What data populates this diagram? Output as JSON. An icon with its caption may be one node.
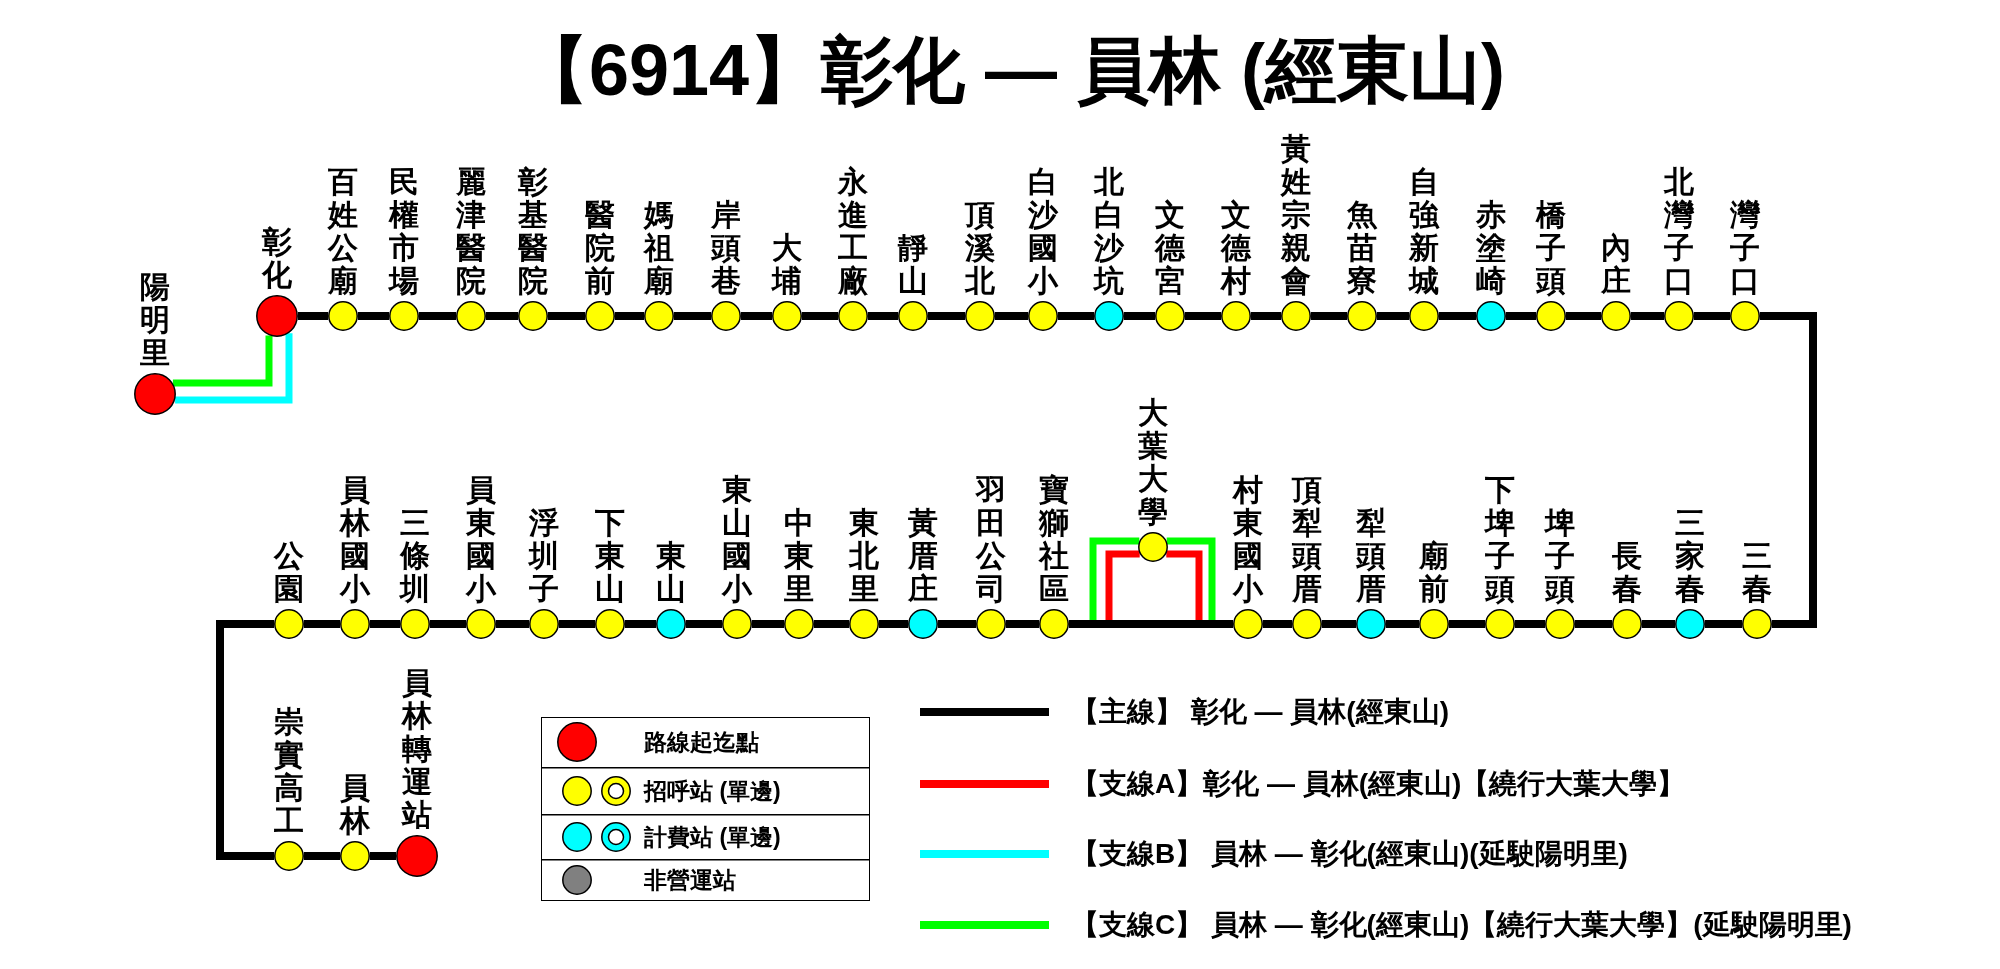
{
  "diagram": {
    "title": "【6914】彰化 — 員林 (經東山)",
    "nodes": [
      {
        "text": [
          "陽明里"
        ]
      },
      {
        "text": [
          "彰化"
        ]
      },
      {
        "text": [
          "百姓公廟"
        ]
      },
      {
        "text": [
          "民權市場"
        ]
      },
      {
        "text": [
          "麗津醫院"
        ]
      },
      {
        "text": [
          "彰基醫院"
        ]
      },
      {
        "text": [
          "醫院前"
        ]
      },
      {
        "text": [
          "媽祖廟"
        ]
      },
      {
        "text": [
          "岸頭巷"
        ]
      },
      {
        "text": [
          "大埔"
        ]
      },
      {
        "text": [
          "永進工廠"
        ]
      },
      {
        "text": [
          "靜山"
        ]
      },
      {
        "text": [
          "頂溪北"
        ]
      },
      {
        "text": [
          "白沙國小"
        ]
      },
      {
        "text": [
          "北白沙坑"
        ]
      },
      {
        "text": [
          "文德宮"
        ]
      },
      {
        "text": [
          "文德村"
        ]
      },
      {
        "text": [
          "黃姓宗親會"
        ]
      },
      {
        "text": [
          "魚苗寮"
        ]
      },
      {
        "text": [
          "自強新城"
        ]
      },
      {
        "text": [
          "赤塗崎"
        ]
      },
      {
        "text": [
          "橋子頭"
        ]
      },
      {
        "text": [
          "內庄"
        ]
      },
      {
        "text": [
          "北灣子口"
        ]
      },
      {
        "text": [
          "灣子口"
        ]
      },
      {
        "text": [
          "公園"
        ]
      },
      {
        "text": [
          "員林國小"
        ]
      },
      {
        "text": [
          "三條圳"
        ]
      },
      {
        "text": [
          "員東國小"
        ]
      },
      {
        "text": [
          "浮圳子"
        ]
      },
      {
        "text": [
          "下東山"
        ]
      },
      {
        "text": [
          "東山"
        ]
      },
      {
        "text": [
          "東山國小"
        ]
      },
      {
        "text": [
          "中東里"
        ]
      },
      {
        "text": [
          "東北里"
        ]
      },
      {
        "text": [
          "黃厝庄"
        ]
      },
      {
        "text": [
          "羽田公司"
        ]
      },
      {
        "text": [
          "寶獅社區"
        ]
      },
      {
        "text": [
          "大葉大學"
        ]
      },
      {
        "text": [
          "村東國小"
        ]
      },
      {
        "text": [
          "頂犁頭厝"
        ]
      },
      {
        "text": [
          "犁頭厝"
        ]
      },
      {
        "text": [
          "廟前"
        ]
      },
      {
        "text": [
          "下埤子頭"
        ]
      },
      {
        "text": [
          "埤子頭"
        ]
      },
      {
        "text": [
          "長春"
        ]
      },
      {
        "text": [
          "三家春"
        ]
      },
      {
        "text": [
          "三春"
        ]
      },
      {
        "text": [
          "崇實高工"
        ]
      },
      {
        "text": [
          "員林"
        ]
      },
      {
        "text": [
          "員林轉運站"
        ]
      }
    ],
    "edges": [
      {
        "from": 1,
        "to": 2,
        "arrow": "none"
      },
      {
        "from": 2,
        "to": 3,
        "arrow": "none"
      },
      {
        "from": 3,
        "to": 4,
        "arrow": "none"
      },
      {
        "from": 4,
        "to": 5,
        "arrow": "none"
      },
      {
        "from": 5,
        "to": 6,
        "arrow": "none"
      },
      {
        "from": 6,
        "to": 7,
        "arrow": "none"
      },
      {
        "from": 7,
        "to": 8,
        "arrow": "none"
      },
      {
        "from": 8,
        "to": 9,
        "arrow": "none"
      },
      {
        "from": 9,
        "to": 10,
        "arrow": "none"
      },
      {
        "from": 10,
        "to": 11,
        "arrow": "none"
      },
      {
        "from": 11,
        "to": 12,
        "arrow": "none"
      },
      {
        "from": 12,
        "to": 13,
        "arrow": "none"
      },
      {
        "from": 13,
        "to": 14,
        "arrow": "none"
      },
      {
        "from": 14,
        "to": 15,
        "arrow": "none"
      },
      {
        "from": 15,
        "to": 16,
        "arrow": "none"
      },
      {
        "from": 16,
        "to": 17,
        "arrow": "none"
      },
      {
        "from": 17,
        "to": 18,
        "arrow": "none"
      },
      {
        "from": 18,
        "to": 19,
        "arrow": "none"
      },
      {
        "from": 19,
        "to": 20,
        "arrow": "none"
      },
      {
        "from": 20,
        "to": 21,
        "arrow": "none"
      },
      {
        "from": 21,
        "to": 22,
        "arrow": "none"
      },
      {
        "from": 22,
        "to": 23,
        "arrow": "none"
      },
      {
        "from": 23,
        "to": 24,
        "arrow": "none"
      },
      {
        "from": 24,
        "to": 47,
        "arrow": "none"
      },
      {
        "from": 47,
        "to": 46,
        "arrow": "none"
      },
      {
        "from": 46,
        "to": 45,
        "arrow": "none"
      },
      {
        "from": 45,
        "to": 44,
        "arrow": "none"
      },
      {
        "from": 44,
        "to": 43,
        "arrow": "none"
      },
      {
        "from": 43,
        "to": 42,
        "arrow": "none"
      },
      {
        "from": 42,
        "to": 41,
        "arrow": "none"
      },
      {
        "from": 41,
        "to": 40,
        "arrow": "none"
      },
      {
        "from": 40,
        "to": 39,
        "arrow": "none"
      },
      {
        "from": 39,
        "to": 37,
        "arrow": "none"
      },
      {
        "from": 37,
        "to": 36,
        "arrow": "none"
      },
      {
        "from": 36,
        "to": 35,
        "arrow": "none"
      },
      {
        "from": 35,
        "to": 34,
        "arrow": "none"
      },
      {
        "from": 34,
        "to": 33,
        "arrow": "none"
      },
      {
        "from": 33,
        "to": 32,
        "arrow": "none"
      },
      {
        "from": 32,
        "to": 31,
        "arrow": "none"
      },
      {
        "from": 31,
        "to": 30,
        "arrow": "none"
      },
      {
        "from": 30,
        "to": 29,
        "arrow": "none"
      },
      {
        "from": 29,
        "to": 28,
        "arrow": "none"
      },
      {
        "from": 28,
        "to": 27,
        "arrow": "none"
      },
      {
        "from": 27,
        "to": 26,
        "arrow": "none"
      },
      {
        "from": 26,
        "to": 25,
        "arrow": "none"
      },
      {
        "from": 25,
        "to": 48,
        "arrow": "none"
      },
      {
        "from": 48,
        "to": 49,
        "arrow": "none"
      },
      {
        "from": 49,
        "to": 50,
        "arrow": "none"
      },
      {
        "from": 1,
        "to": 0,
        "arrow": "none",
        "color": "#00ff00"
      },
      {
        "from": 1,
        "to": 0,
        "arrow": "none",
        "color": "#00ffff"
      },
      {
        "from": 37,
        "to": 38,
        "arrow": "none",
        "color": "#ff0000"
      },
      {
        "from": 38,
        "to": 39,
        "arrow": "none",
        "color": "#ff0000"
      },
      {
        "from": 37,
        "to": 38,
        "arrow": "none",
        "color": "#00ff00"
      },
      {
        "from": 38,
        "to": 39,
        "arrow": "none",
        "color": "#00ff00"
      }
    ],
    "legend": [
      {
        "text": "路線起迄點",
        "color": "#ff0000"
      },
      {
        "text": "招呼站 (單邊)",
        "color": "#ffff00"
      },
      {
        "text": "計費站 (單邊)",
        "color": "#00ffff"
      },
      {
        "text": "非營運站",
        "color": "#808080"
      },
      {
        "text": "【主線】 彰化 — 員林(經東山)"
      },
      {
        "text": "【支線A】彰化 — 員林(經東山)【繞行大葉大學】"
      },
      {
        "text": "【支線B】 員林 — 彰化(經東山)(延駛陽明里)"
      },
      {
        "text": "【支線C】 員林 — 彰化(經東山)【繞行大葉大學】(延駛陽明里)"
      }
    ]
  }
}
